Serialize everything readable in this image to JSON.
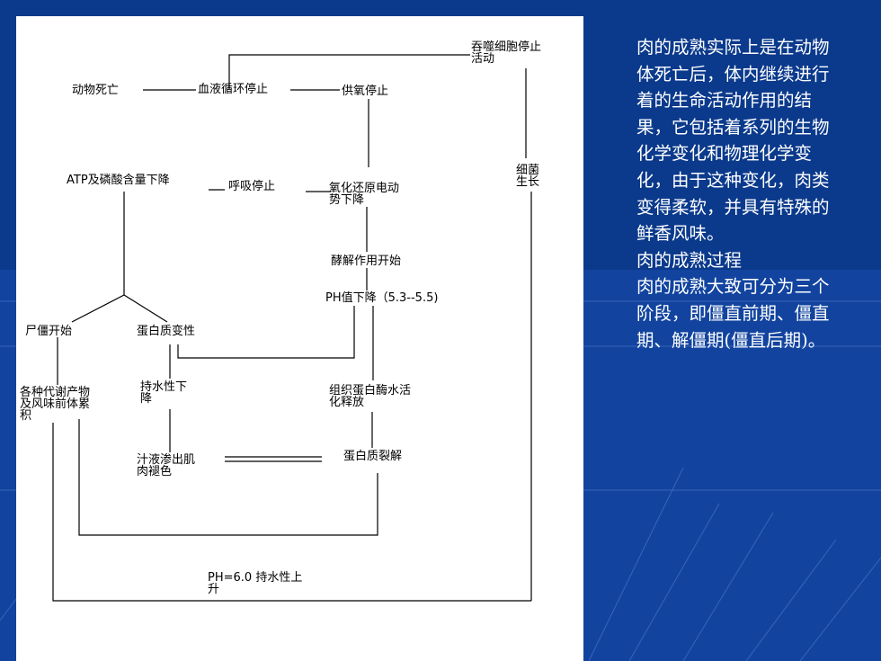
{
  "colors": {
    "background": "#0b3a8c",
    "panel": "#ffffff",
    "side_text": "#ffffff"
  },
  "diagram": {
    "nodes": {
      "swallow_cells": "吞噬细胞停止\n活动",
      "animal_death": "动物死亡",
      "circulation_stop": "血液循环停止",
      "oxygen_stop": "供氧停止",
      "atp_drop": "ATP及磷酸含量下降",
      "respiration_stop": "呼吸停止",
      "redox_drop": "氧化还原电动\n势下降",
      "bacteria_growth": "细菌\n生长",
      "glycolysis_start": "酵解作用开始",
      "ph_drop": "PH值下降（5.3--5.5)",
      "rigor_start": "尸僵开始",
      "protein_denature": "蛋白质变性",
      "metabolites": "各种代谢产物\n及风味前体累\n积",
      "water_holding_drop": "持水性下\n降",
      "enzyme_release": "组织蛋白酶水活\n化释放",
      "juice_exudation": "汁液渗出肌\n肉褪色",
      "protein_breakdown": "蛋白质裂解",
      "ph_rise": "PH=6.0 持水性上\n升"
    }
  },
  "side_text": {
    "p1": "肉的成熟实际上是在动物体死亡后，体内继续进行着的生命活动作用的结果，它包括着系列的生物化学变化和物理化学变化，由于这种变化，肉类变得柔软，并具有特殊的鲜香风味。",
    "p2": "肉的成熟过程",
    "p3": "肉的成熟大致可分为三个阶段，即僵直前期、僵直期、解僵期(僵直后期)。"
  }
}
